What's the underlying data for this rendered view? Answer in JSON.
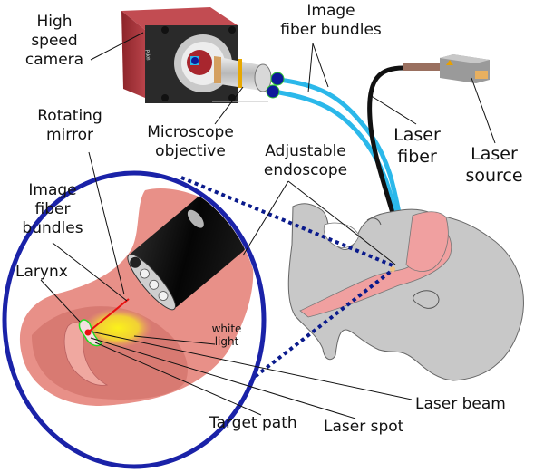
{
  "diagram": {
    "title": "Laser endoscopic laryngeal surgery setup",
    "components": {
      "camera": {
        "label_lines": [
          "High",
          "speed",
          "camera"
        ],
        "brand_text": "Pike"
      },
      "objective": {
        "label_lines": [
          "Microscope",
          "objective"
        ]
      },
      "top_fiber_bundles": {
        "label_lines": [
          "Image",
          "fiber bundles"
        ]
      },
      "laser_fiber": {
        "label_lines": [
          "Laser",
          "fiber"
        ]
      },
      "laser_source": {
        "label_lines": [
          "Laser",
          "source"
        ]
      },
      "rotating_mirror": {
        "label_lines": [
          "Rotating",
          "mirror"
        ]
      },
      "endoscope": {
        "label_lines": [
          "Adjustable",
          "endoscope"
        ]
      },
      "inset_fiber_bundles": {
        "label_lines": [
          "Image",
          "fiber",
          "bundles"
        ]
      },
      "larynx": {
        "label": "Larynx"
      },
      "white_light": {
        "label_lines": [
          "white",
          "light"
        ]
      },
      "laser_beam": {
        "label": "Laser beam"
      },
      "target_path": {
        "label": "Target path"
      },
      "laser_spot": {
        "label": "Laser spot"
      }
    },
    "colors": {
      "camera_red": "#a5333a",
      "fiber_blue": "#2bb8ea",
      "inset_circle": "#1a22a8",
      "dotted_zoom": "#0a1a8c",
      "tissue_pink": "#e8948a",
      "head_gray": "#c8c8c8",
      "laser_red": "#e81010",
      "light_yellow": "#f5ee20",
      "target_green": "#22dd22"
    }
  }
}
